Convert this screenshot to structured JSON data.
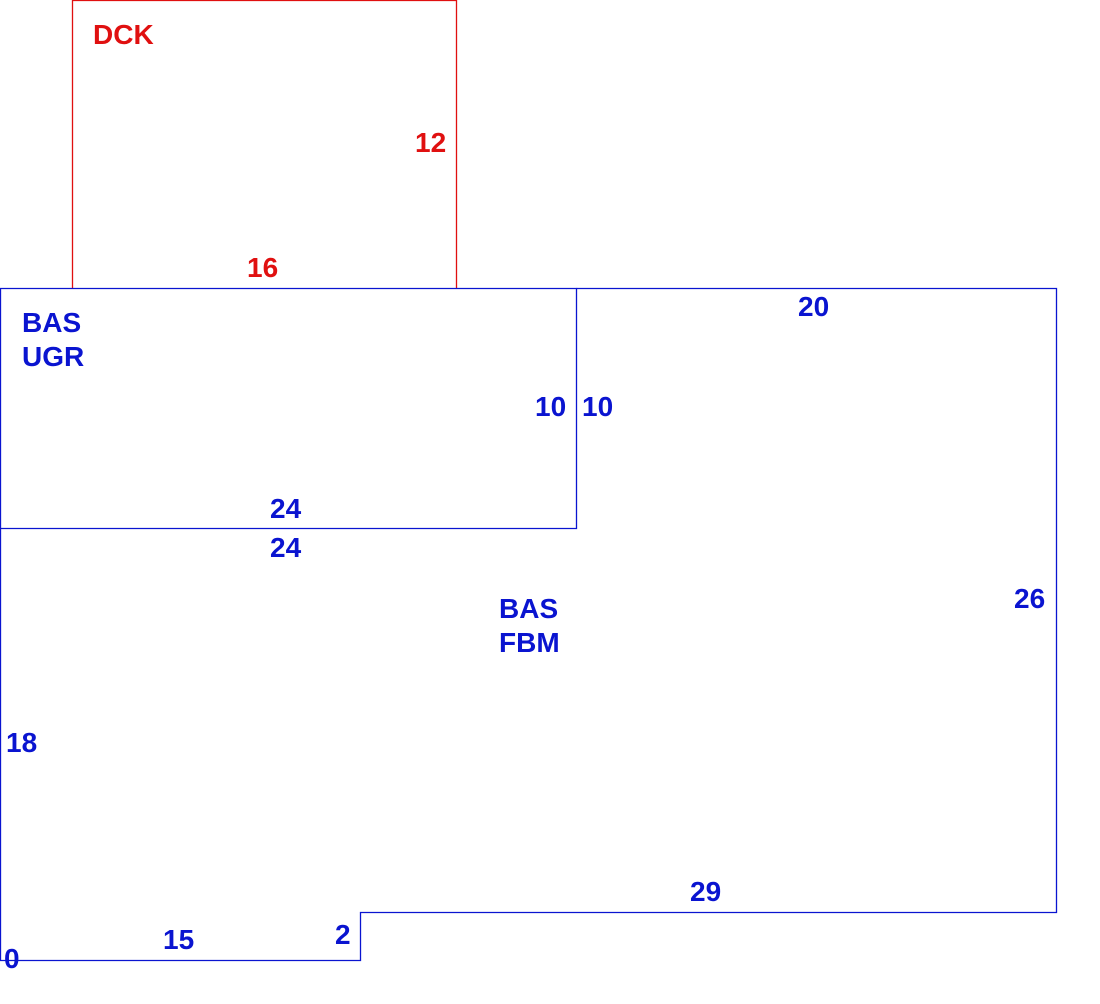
{
  "colors": {
    "deck": "#e01010",
    "main": "#0a14d0"
  },
  "areas": {
    "deck": {
      "code": "DCK"
    },
    "upper": {
      "code1": "BAS",
      "code2": "UGR"
    },
    "lower": {
      "code1": "BAS",
      "code2": "FBM"
    }
  },
  "dims": {
    "deck_height": "12",
    "deck_width": "16",
    "top_right": "20",
    "ugr_right": "10",
    "fbm_left_upper": "10",
    "ugr_bottom": "24",
    "fbm_top": "24",
    "right_side": "26",
    "left_side": "18",
    "bottom_right": "29",
    "step": "2",
    "bottom_left": "15",
    "origin": "0"
  }
}
